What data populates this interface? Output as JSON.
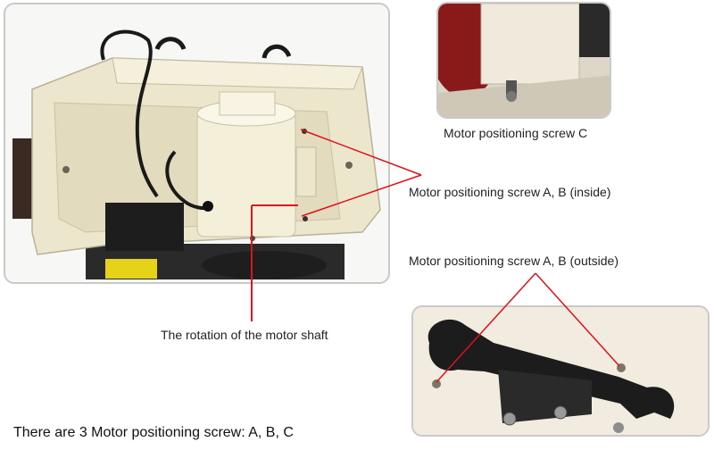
{
  "labels": {
    "screw_c": "Motor positioning screw C",
    "screw_ab_inside": "Motor positioning screw A, B (inside)",
    "screw_ab_outside": "Motor positioning screw A, B (outside)",
    "rotation": "The rotation of the motor shaft"
  },
  "summary": "There are 3 Motor positioning screw: A, B, C",
  "colors": {
    "callout_line": "#e0101a",
    "machine_body": "#f1ecd6",
    "motor": "#f3efd9",
    "cable": "#1a1a1a",
    "wrench": "#1c1c1c",
    "switch_yellow": "#e7d21a"
  }
}
